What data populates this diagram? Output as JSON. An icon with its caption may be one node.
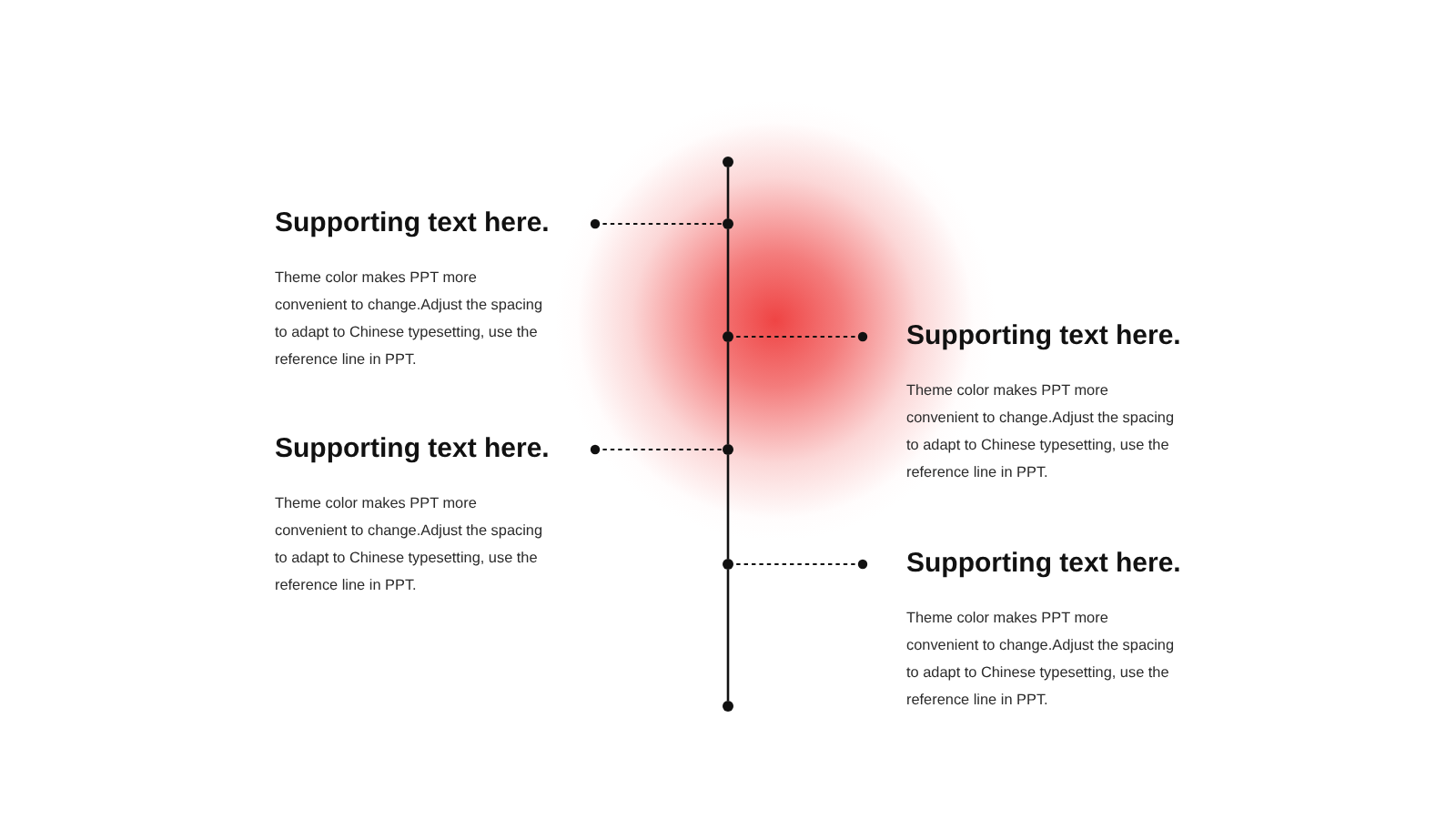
{
  "diagram": {
    "nodes": [
      {
        "text": [
          "Supporting text here.",
          "Theme color makes PPT more convenient to change.Adjust the spacing to adapt to Chinese typesetting, use the reference line in PPT."
        ]
      },
      {
        "text": [
          "Supporting text here.",
          "Theme color makes PPT more convenient to change.Adjust the spacing to adapt to Chinese typesetting, use the reference line in PPT."
        ]
      },
      {
        "text": [
          "Supporting text here.",
          "Theme color makes PPT more convenient to change.Adjust the spacing to adapt to Chinese typesetting, use the reference line in PPT."
        ]
      },
      {
        "text": [
          "Supporting text here.",
          "Theme color makes PPT more convenient to change.Adjust the spacing to adapt to Chinese typesetting, use the reference line in PPT."
        ]
      },
      {
        "text": [],
        "shape": "circle"
      },
      {
        "text": [],
        "shape": "circle"
      },
      {
        "text": [],
        "shape": "circle"
      },
      {
        "text": [],
        "shape": "circle"
      },
      {
        "text": [],
        "shape": "circle"
      },
      {
        "text": [],
        "shape": "circle"
      }
    ],
    "edges": [
      {
        "from": 0,
        "to": 5,
        "arrow": "other",
        "style": "dashed"
      },
      {
        "from": 1,
        "to": 6,
        "arrow": "other",
        "style": "dashed"
      },
      {
        "from": 2,
        "to": 7,
        "arrow": "other",
        "style": "dashed"
      },
      {
        "from": 3,
        "to": 8,
        "arrow": "other",
        "style": "dashed"
      },
      {
        "from": 4,
        "to": 5,
        "arrow": "none"
      },
      {
        "from": 5,
        "to": 6,
        "arrow": "none"
      },
      {
        "from": 6,
        "to": 7,
        "arrow": "none"
      },
      {
        "from": 7,
        "to": 8,
        "arrow": "none"
      },
      {
        "from": 8,
        "to": 9,
        "arrow": "none"
      }
    ]
  }
}
